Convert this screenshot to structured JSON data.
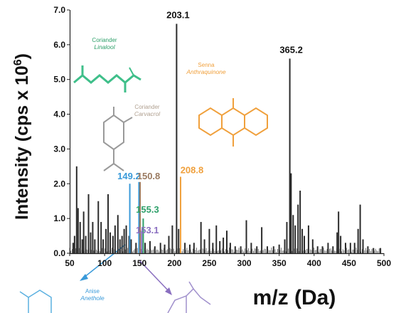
{
  "chart_data": {
    "type": "bar",
    "xlabel": "m/z (Da)",
    "ylabel_base": "Intensity (cps x 10",
    "ylabel_exp": "6",
    "ylabel_close": ")",
    "xlim": [
      50,
      500
    ],
    "ylim": [
      0,
      7.0
    ],
    "xticks": [
      50,
      100,
      150,
      200,
      250,
      300,
      350,
      400,
      450,
      500
    ],
    "yticks": [
      "0.0",
      "1.0",
      "2.0",
      "3.0",
      "4.0",
      "5.0",
      "6.0",
      "7.0"
    ],
    "grid": false,
    "colors": {
      "black": "#2b2b2b",
      "blue": "#3a9ad9",
      "teal": "#2ea06a",
      "purple": "#8a6fc0",
      "orange": "#f0a03c",
      "brown": "#9a7a60"
    },
    "peaks": [
      {
        "x": 55,
        "y": 0.3
      },
      {
        "x": 57,
        "y": 0.5
      },
      {
        "x": 60,
        "y": 2.5
      },
      {
        "x": 62,
        "y": 1.3
      },
      {
        "x": 65,
        "y": 0.9
      },
      {
        "x": 68,
        "y": 0.4
      },
      {
        "x": 70,
        "y": 1.2
      },
      {
        "x": 73,
        "y": 0.5
      },
      {
        "x": 77,
        "y": 1.7
      },
      {
        "x": 80,
        "y": 0.6
      },
      {
        "x": 83,
        "y": 0.9
      },
      {
        "x": 86,
        "y": 0.4
      },
      {
        "x": 91,
        "y": 1.5
      },
      {
        "x": 95,
        "y": 0.9
      },
      {
        "x": 98,
        "y": 0.4
      },
      {
        "x": 102,
        "y": 0.7
      },
      {
        "x": 105,
        "y": 1.7
      },
      {
        "x": 108,
        "y": 0.6
      },
      {
        "x": 112,
        "y": 0.5
      },
      {
        "x": 115,
        "y": 0.8
      },
      {
        "x": 119,
        "y": 1.1
      },
      {
        "x": 122,
        "y": 0.4
      },
      {
        "x": 125,
        "y": 0.5
      },
      {
        "x": 128,
        "y": 0.7
      },
      {
        "x": 131,
        "y": 0.8
      },
      {
        "x": 135,
        "y": 0.5
      },
      {
        "x": 138,
        "y": 0.4
      },
      {
        "x": 145,
        "y": 0.3
      },
      {
        "x": 150,
        "y": 0.3
      },
      {
        "x": 158,
        "y": 0.3
      },
      {
        "x": 165,
        "y": 0.35
      },
      {
        "x": 172,
        "y": 0.2
      },
      {
        "x": 180,
        "y": 0.3
      },
      {
        "x": 186,
        "y": 0.25
      },
      {
        "x": 192,
        "y": 0.5
      },
      {
        "x": 197,
        "y": 0.8
      },
      {
        "x": 203.1,
        "y": 6.6
      },
      {
        "x": 206,
        "y": 0.7
      },
      {
        "x": 215,
        "y": 0.3
      },
      {
        "x": 222,
        "y": 0.25
      },
      {
        "x": 228,
        "y": 0.3
      },
      {
        "x": 238,
        "y": 0.9
      },
      {
        "x": 243,
        "y": 0.4
      },
      {
        "x": 250,
        "y": 0.7
      },
      {
        "x": 255,
        "y": 0.3
      },
      {
        "x": 260,
        "y": 0.8
      },
      {
        "x": 265,
        "y": 0.35
      },
      {
        "x": 270,
        "y": 0.45
      },
      {
        "x": 275,
        "y": 0.65
      },
      {
        "x": 280,
        "y": 0.3
      },
      {
        "x": 287,
        "y": 0.2
      },
      {
        "x": 295,
        "y": 0.2
      },
      {
        "x": 303,
        "y": 0.95
      },
      {
        "x": 310,
        "y": 0.3
      },
      {
        "x": 318,
        "y": 0.2
      },
      {
        "x": 325,
        "y": 0.75
      },
      {
        "x": 333,
        "y": 0.2
      },
      {
        "x": 342,
        "y": 0.2
      },
      {
        "x": 350,
        "y": 0.25
      },
      {
        "x": 358,
        "y": 0.4
      },
      {
        "x": 361,
        "y": 0.9
      },
      {
        "x": 365.2,
        "y": 5.6
      },
      {
        "x": 367,
        "y": 2.3
      },
      {
        "x": 370,
        "y": 1.1
      },
      {
        "x": 373,
        "y": 0.8
      },
      {
        "x": 377,
        "y": 1.4
      },
      {
        "x": 380,
        "y": 1.8
      },
      {
        "x": 383,
        "y": 0.7
      },
      {
        "x": 386,
        "y": 0.5
      },
      {
        "x": 392,
        "y": 0.8
      },
      {
        "x": 398,
        "y": 0.4
      },
      {
        "x": 405,
        "y": 0.2
      },
      {
        "x": 412,
        "y": 0.2
      },
      {
        "x": 420,
        "y": 0.3
      },
      {
        "x": 427,
        "y": 0.2
      },
      {
        "x": 433,
        "y": 0.6
      },
      {
        "x": 435,
        "y": 1.2
      },
      {
        "x": 438,
        "y": 0.5
      },
      {
        "x": 445,
        "y": 0.3
      },
      {
        "x": 452,
        "y": 0.3
      },
      {
        "x": 458,
        "y": 0.3
      },
      {
        "x": 463,
        "y": 0.7
      },
      {
        "x": 466,
        "y": 1.4
      },
      {
        "x": 470,
        "y": 0.4
      },
      {
        "x": 477,
        "y": 0.2
      },
      {
        "x": 485,
        "y": 0.15
      },
      {
        "x": 495,
        "y": 0.15
      }
    ],
    "highlighted": [
      {
        "x": 136.1,
        "y": 2.0,
        "label": "",
        "color": "#3a9ad9"
      },
      {
        "x": 149.2,
        "y": 2.05,
        "label": "149.2",
        "color": "#3a9ad9"
      },
      {
        "x": 150.8,
        "y": 2.05,
        "label": "150.8",
        "color": "#9a7a60"
      },
      {
        "x": 155.3,
        "y": 1.0,
        "label": "155.3",
        "color": "#2ea06a"
      },
      {
        "x": 153.1,
        "y": 0.65,
        "label": "153.1",
        "color": "#8a6fc0"
      },
      {
        "x": 208.8,
        "y": 2.2,
        "label": "208.8",
        "color": "#f0a03c"
      }
    ],
    "top_labels": [
      {
        "x": 203.1,
        "y": 6.6,
        "label": "203.1"
      },
      {
        "x": 365.2,
        "y": 5.6,
        "label": "365.2"
      }
    ],
    "compounds": {
      "coriander_linalool": {
        "line1": "Coriander",
        "line2": "Linalool"
      },
      "senna_anthraquinone": {
        "line1": "Senna",
        "line2": "Anthraquinone"
      },
      "coriander_carvacrol": {
        "line1": "Coriander",
        "line2": "Carvacrol"
      },
      "anise_anethole": {
        "line1": "Anise",
        "line2": "Anethole"
      }
    }
  }
}
